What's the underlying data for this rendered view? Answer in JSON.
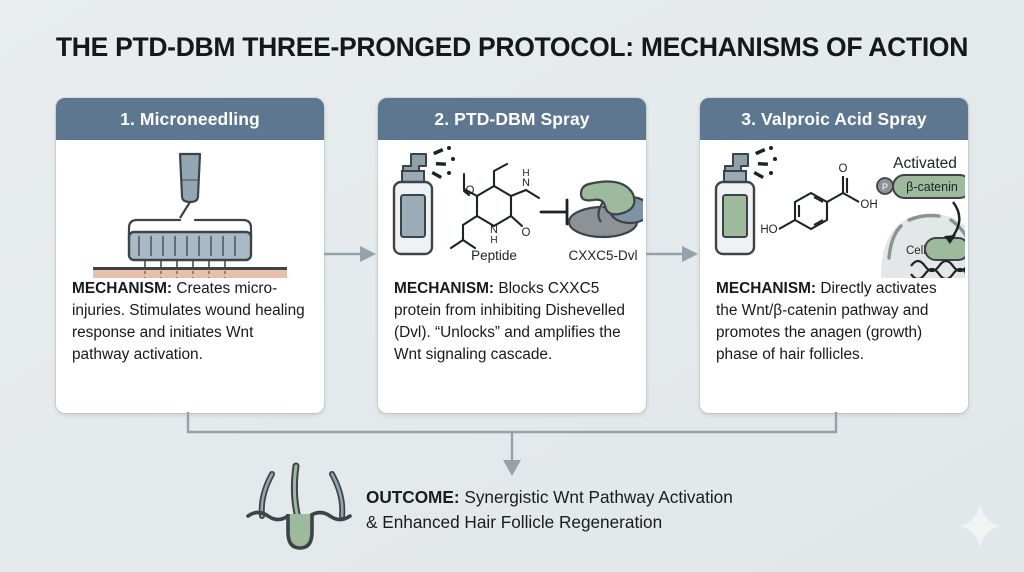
{
  "title": "THE PTD-DBM THREE-PRONGED PROTOCOL: MECHANISMS OF ACTION",
  "colors": {
    "background": "#e6eaec",
    "card_header": "#5d7791",
    "card_body": "#ffffff",
    "text": "#18191b",
    "connector": "#93a3ae",
    "accent_green": "#97b596",
    "accent_skin": "#e8bfa8",
    "accent_steel": "#8fa3b3"
  },
  "cards": [
    {
      "header": "1. Microneedling",
      "mechanism_label": "MECHANISM:",
      "mechanism_text": " Creates micro-injuries. Stimulates wound healing response and initiates Wnt pathway activation.",
      "illustration": "microneedling-device-on-skin",
      "art_labels": []
    },
    {
      "header": "2. PTD-DBM Spray",
      "mechanism_label": "MECHANISM:",
      "mechanism_text": " Blocks CXXC5 protein from inhibiting Dishevelled (Dvl). “Unlocks” and amplifies the Wnt signaling cascade.",
      "illustration": "spray-bottle-peptide-inhibits-protein",
      "art_labels": [
        "Peptide",
        "CXXC5-Dvl"
      ]
    },
    {
      "header": "3. Valproic Acid Spray",
      "mechanism_label": "MECHANISM:",
      "mechanism_text": " Directly activates the Wnt/β-catenin pathway and promotes the anagen (growth) phase of hair follicles.",
      "illustration": "spray-bottle-acid-activates-beta-catenin-in-cell",
      "art_labels": [
        "OH",
        "HO",
        "Activated",
        "β-catenin",
        "Cell"
      ]
    }
  ],
  "outcome": {
    "label": "OUTCOME:",
    "line1_text": " Synergistic Wnt Pathway Activation",
    "line2": "& Enhanced Hair Follicle Regeneration",
    "icon": "hair-follicle-icon"
  },
  "decor": {
    "sparkle": "sparkle-icon",
    "arrow_1_2": "right-arrow-icon",
    "arrow_2_3": "right-arrow-icon",
    "bracket_arrow": "down-arrow-icon"
  }
}
